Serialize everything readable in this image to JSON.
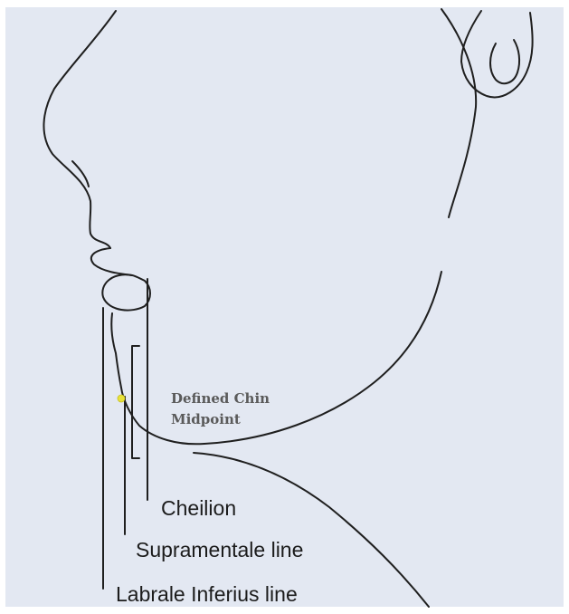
{
  "colors": {
    "background": "#e3e8f2",
    "line": "#1f1f1f",
    "midpoint_dot": "#e8e23a"
  },
  "labels": {
    "chin_midpoint_line1": "Defined Chin",
    "chin_midpoint_line2": "Midpoint",
    "cheilion": "Cheilion",
    "supramentale": "Supramentale line",
    "labrale_inferius": "Labrale Inferius line"
  }
}
